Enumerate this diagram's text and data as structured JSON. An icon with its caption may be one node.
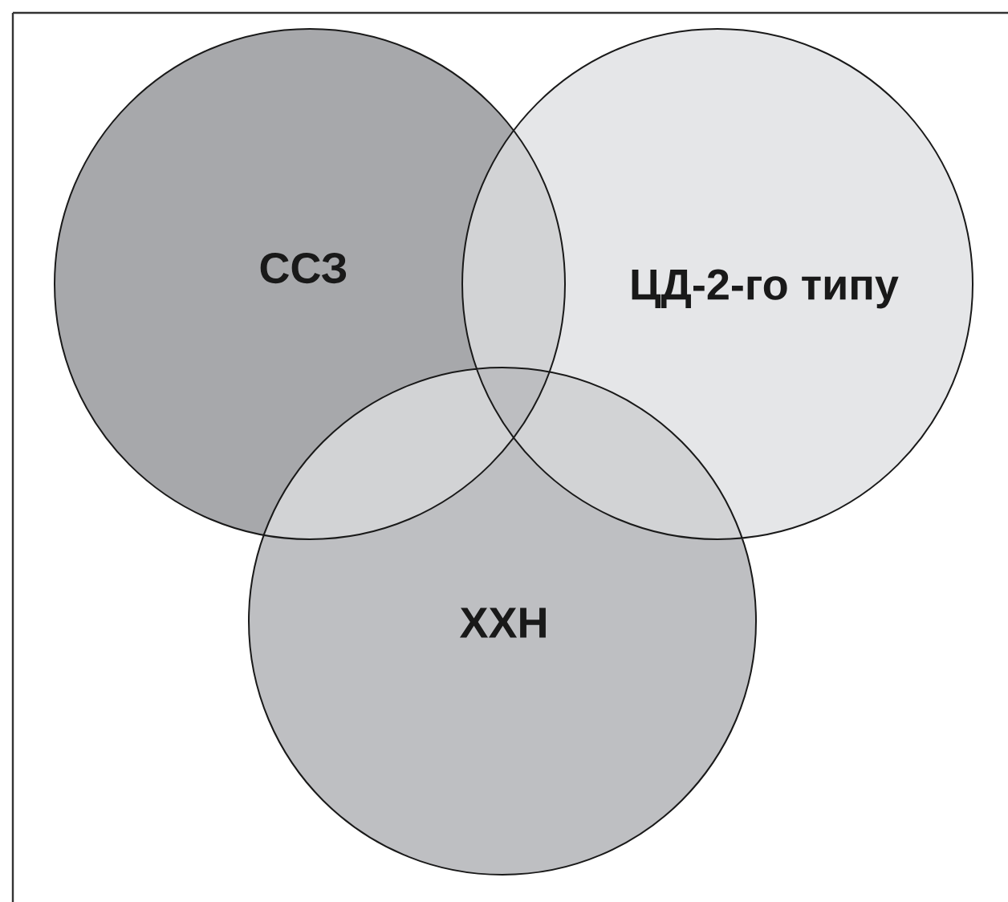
{
  "diagram": {
    "nodes": [
      {
        "text": [
          "ССЗ"
        ]
      },
      {
        "text": [
          "ЦД-2-го типу"
        ]
      },
      {
        "text": [
          "ХХН"
        ]
      }
    ]
  }
}
